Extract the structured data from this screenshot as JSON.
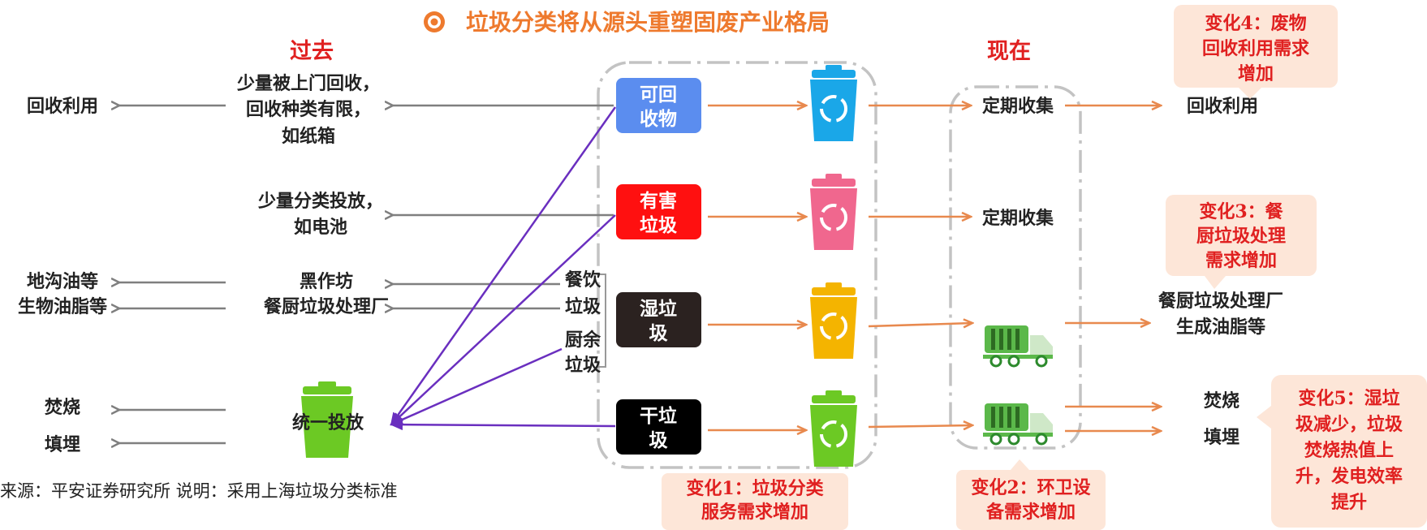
{
  "title": "垃圾分类将从源头重塑固废产业格局",
  "past_label": "过去",
  "now_label": "现在",
  "categories": [
    {
      "line1": "可回",
      "line2": "收物",
      "color": "#5b8def",
      "bin_color": "#1aa7e8"
    },
    {
      "line1": "有害",
      "line2": "垃圾",
      "color": "#ff1010",
      "bin_color": "#f0678e"
    },
    {
      "line1": "湿垃",
      "line2": "圾",
      "color": "#2b2220",
      "bin_color": "#f4b400"
    },
    {
      "line1": "干垃",
      "line2": "圾",
      "color": "#000000",
      "bin_color": "#6cc924"
    }
  ],
  "past": {
    "recyclable": [
      "少量被上门回收，",
      "回收种类有限，",
      "如纸箱"
    ],
    "recyclable_end": "回收利用",
    "hazardous": [
      "少量分类投放，",
      "如电池"
    ],
    "wet_mid": [
      "黑作坊",
      "餐厨垃圾处理厂"
    ],
    "wet_end": [
      "地沟油等",
      "生物油脂等"
    ],
    "mixed": "统一投放",
    "mixed_end": [
      "焚烧",
      "填埋"
    ]
  },
  "wet_sources": [
    "餐饮",
    "垃圾",
    "厨余",
    "垃圾"
  ],
  "now": {
    "collect1": "定期收集",
    "collect2": "定期收集",
    "recycle_end": "回收利用",
    "wet_end": [
      "餐厨垃圾处理厂",
      "生成油脂等"
    ],
    "dry_end": [
      "焚烧",
      "填埋"
    ]
  },
  "changes": {
    "c1": [
      "变化1：垃圾分类",
      "服务需求增加"
    ],
    "c2": [
      "变化2：环卫设",
      "备需求增加"
    ],
    "c3": [
      "变化3：餐",
      "厨垃圾处理",
      "需求增加"
    ],
    "c4": [
      "变化4：废物",
      "回收利用需求",
      "增加"
    ],
    "c5": [
      "变化5：湿垃",
      "圾减少，垃圾",
      "焚烧热值上",
      "升，发电效率",
      "提升"
    ]
  },
  "source_note": "来源：平安证券研究所 说明：采用上海垃圾分类标准",
  "colors": {
    "orange_arrow": "#e8894e",
    "gray_arrow": "#7f7f7f",
    "purple_arrow": "#6a2fbf",
    "callout_bg": "#fde6d8",
    "accent": "#ee7a2e",
    "red_text": "#e02020"
  }
}
